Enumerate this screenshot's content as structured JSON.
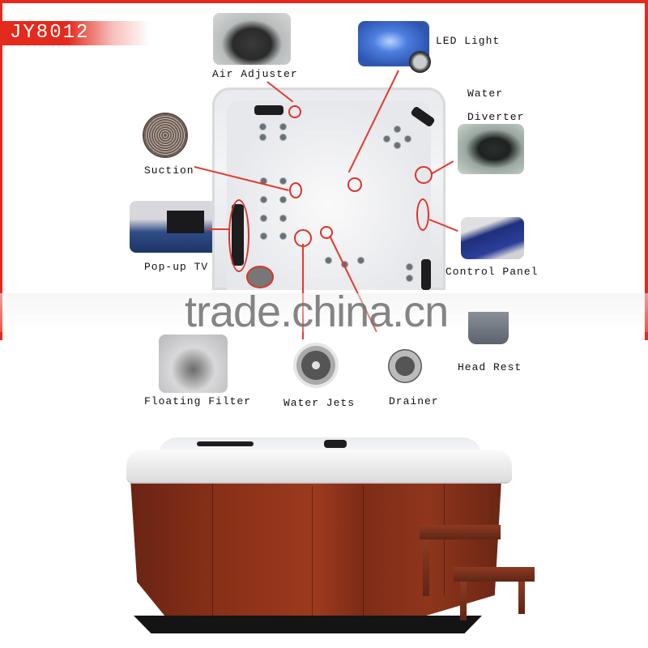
{
  "model": {
    "code": "JY8012",
    "bar_color": "#e4291d"
  },
  "watermark": "trade.china.cn",
  "features": [
    {
      "id": "air-adjuster",
      "label": "Air Adjuster"
    },
    {
      "id": "led-light",
      "label": "LED Light"
    },
    {
      "id": "water-diverter",
      "label_line1": "Water",
      "label_line2": "Diverter"
    },
    {
      "id": "suction",
      "label": "Suction"
    },
    {
      "id": "pop-up-tv",
      "label": "Pop-up TV"
    },
    {
      "id": "control-panel",
      "label": "Control Panel"
    },
    {
      "id": "head-rest",
      "label": "Head Rest"
    },
    {
      "id": "floating-filter",
      "label": "Floating Filter"
    },
    {
      "id": "water-jets",
      "label": "Water Jets"
    },
    {
      "id": "drainer",
      "label": "Drainer"
    }
  ],
  "colors": {
    "accent": "#e4291d",
    "arrow": "#e23a2c",
    "cabinet": "#8a3018"
  }
}
